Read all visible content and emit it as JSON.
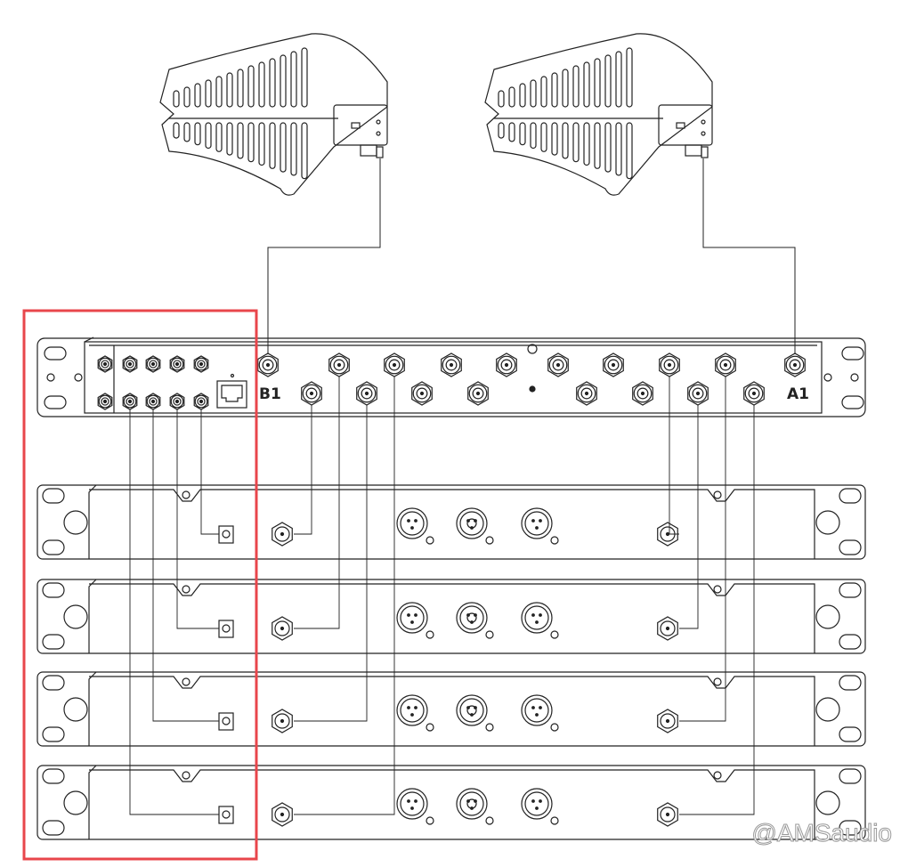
{
  "labels": {
    "b1": "B1",
    "a1": "A1"
  },
  "watermark": "@AMSaudio",
  "colors": {
    "line": "#222222",
    "highlight": "#e8464b"
  },
  "receiver_count": 4
}
